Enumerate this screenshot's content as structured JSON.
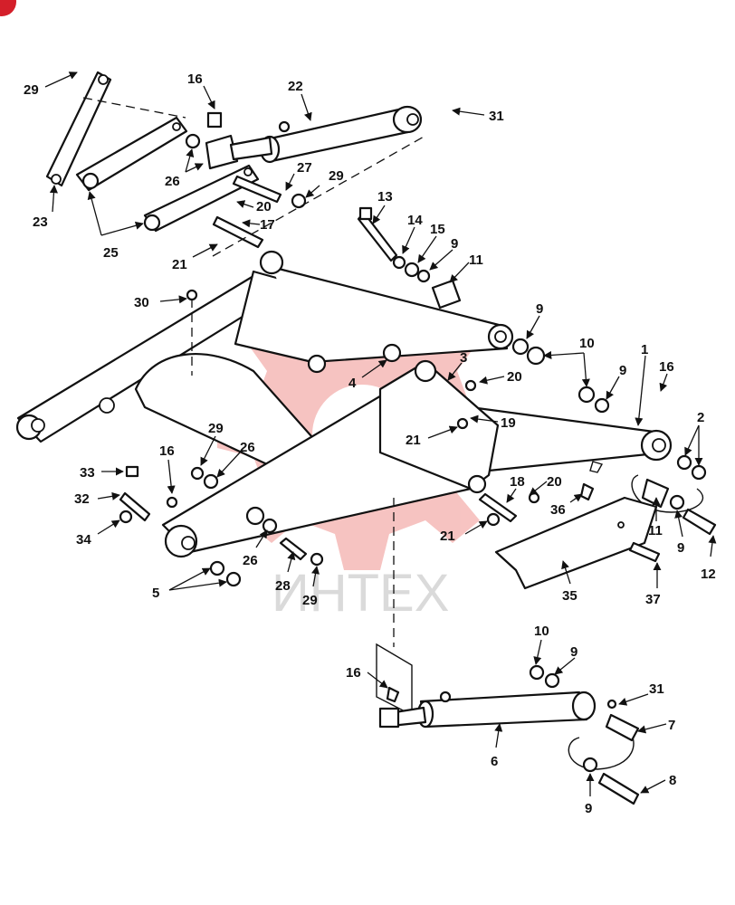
{
  "watermark": {
    "text": "ИНТЕХ",
    "color": "#e8554f"
  },
  "corner_badge": {
    "color": "#d41f2a"
  },
  "callouts": [
    "29",
    "16",
    "22",
    "31",
    "23",
    "26",
    "27",
    "29",
    "20",
    "25",
    "17",
    "21",
    "13",
    "14",
    "15",
    "9",
    "11",
    "30",
    "9",
    "10",
    "1",
    "16",
    "3",
    "20",
    "4",
    "9",
    "19",
    "21",
    "2",
    "29",
    "26",
    "16",
    "33",
    "32",
    "34",
    "18",
    "20",
    "36",
    "21",
    "11",
    "9",
    "12",
    "35",
    "37",
    "26",
    "28",
    "29",
    "5",
    "10",
    "9",
    "16",
    "31",
    "7",
    "6",
    "9",
    "8"
  ]
}
